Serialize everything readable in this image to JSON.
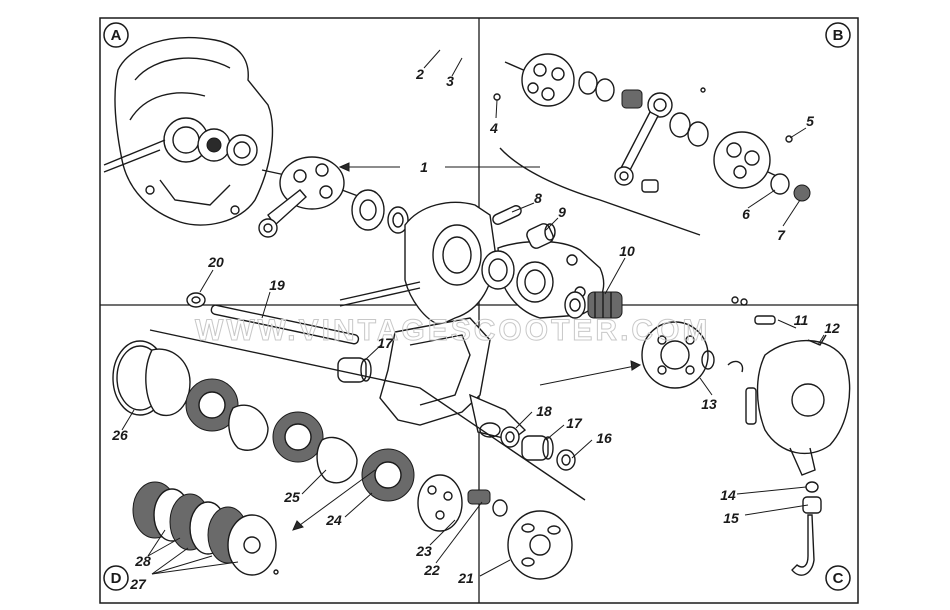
{
  "quadrants": {
    "A": "A",
    "B": "B",
    "C": "C",
    "D": "D"
  },
  "watermark": "WWW.VINTAGESCOOTER.COM",
  "callouts": {
    "c1": "1",
    "c2": "2",
    "c3": "3",
    "c4": "4",
    "c5": "5",
    "c6": "6",
    "c7": "7",
    "c8": "8",
    "c9": "9",
    "c10": "10",
    "c11": "11",
    "c12": "12",
    "c13": "13",
    "c14": "14",
    "c15": "15",
    "c16": "16",
    "c17a": "17",
    "c17b": "17",
    "c18": "18",
    "c19": "19",
    "c20": "20",
    "c21": "21",
    "c22": "22",
    "c23": "23",
    "c24": "24",
    "c25": "25",
    "c26": "26",
    "c27": "27",
    "c28": "28"
  }
}
